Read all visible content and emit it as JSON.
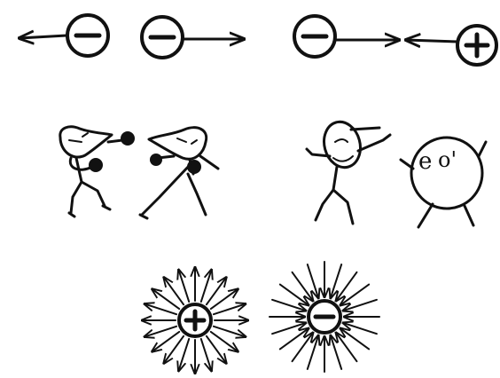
{
  "panels": {
    "top_left": {
      "charges": [
        "−",
        "−"
      ],
      "interaction": "repulsion"
    },
    "top_right": {
      "charges": [
        "−",
        "+"
      ],
      "interaction": "attraction"
    },
    "bottom": {
      "charges": [
        "+",
        "−"
      ],
      "field": [
        "outward",
        "inward"
      ]
    }
  },
  "colors": {
    "ink": "#111111",
    "background": "#ffffff"
  },
  "icons": [
    "negative-charge-icon",
    "positive-charge-icon",
    "arrow-icon",
    "field-line-icon"
  ]
}
